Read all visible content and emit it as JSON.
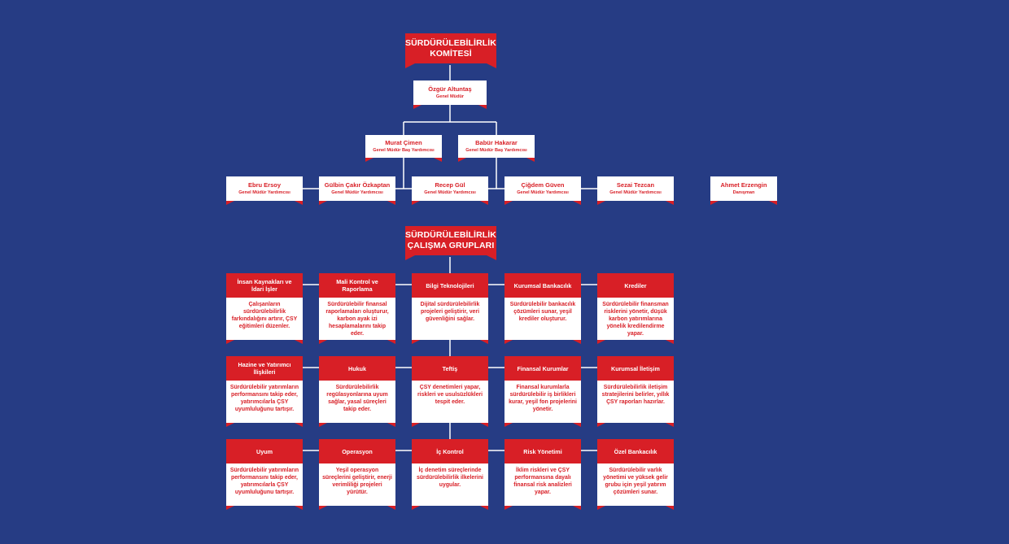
{
  "committee": {
    "title_line1": "SÜRDÜRÜLEBİLİRLİK",
    "title_line2": "KOMİTESİ"
  },
  "working_groups_banner": {
    "title_line1": "SÜRDÜRÜLEBİLİRLİK",
    "title_line2": "ÇALIŞMA GRUPLARI"
  },
  "people": {
    "ceo": {
      "name": "Özgür Altuntaş",
      "title": "Genel Müdür"
    },
    "deputy1": {
      "name": "Murat Çimen",
      "title": "Genel Müdür Baş Yardımcısı"
    },
    "deputy2": {
      "name": "Babür Hakarar",
      "title": "Genel Müdür Baş Yardımcısı"
    },
    "vps": [
      {
        "name": "Ebru Ersoy",
        "title": "Genel Müdür Yardımcısı"
      },
      {
        "name": "Gülbin Çakır Özkaptan",
        "title": "Genel Müdür Yardımcısı"
      },
      {
        "name": "Recep Gül",
        "title": "Genel Müdür Yardımcısı"
      },
      {
        "name": "Çiğdem Güven",
        "title": "Genel Müdür Yardımcısı"
      },
      {
        "name": "Sezai Tezcan",
        "title": "Genel Müdür Yardımcısı"
      },
      {
        "name": "Ahmet Erzengin",
        "title": "Danışman"
      }
    ]
  },
  "groups": [
    {
      "title": "İnsan Kaynakları ve İdari İşler",
      "desc": "Çalışanların sürdürülebilirlik farkındalığını artırır, ÇSY eğitimleri düzenler."
    },
    {
      "title": "Mali Kontrol ve Raporlama",
      "desc": "Sürdürülebilir finansal raporlamaları oluşturur, karbon ayak izi hesaplamalarını takip eder."
    },
    {
      "title": "Bilgi Teknolojileri",
      "desc": "Dijital sürdürülebilirlik projeleri geliştirir, veri güvenliğini sağlar."
    },
    {
      "title": "Kurumsal Bankacılık",
      "desc": "Sürdürülebilir bankacılık çözümleri sunar, yeşil krediler oluşturur."
    },
    {
      "title": "Krediler",
      "desc": "Sürdürülebilir finansman risklerini yönetir, düşük karbon yatırımlarına yönelik kredilendirme yapar."
    },
    {
      "title": "Hazine ve Yatırımcı İlişkileri",
      "desc": "Sürdürülebilir yatırımların performansını takip eder, yatırımcılarla ÇSY uyumluluğunu tartışır."
    },
    {
      "title": "Hukuk",
      "desc": "Sürdürülebilirlik regülasyonlarına uyum sağlar, yasal süreçleri takip eder."
    },
    {
      "title": "Teftiş",
      "desc": "ÇSY denetimleri yapar, riskleri ve usulsüzlükleri tespit eder."
    },
    {
      "title": "Finansal Kurumlar",
      "desc": "Finansal kurumlarla sürdürülebilir iş birlikleri kurar, yeşil fon projelerini yönetir."
    },
    {
      "title": "Kurumsal İletişim",
      "desc": "Sürdürülebilirlik iletişim stratejilerini belirler, yıllık ÇSY raporları hazırlar."
    },
    {
      "title": "Uyum",
      "desc": "Sürdürülebilir yatırımların performansını takip eder, yatırımcılarla ÇSY uyumluluğunu tartışır."
    },
    {
      "title": "Operasyon",
      "desc": "Yeşil operasyon süreçlerini geliştirir, enerji verimliliği projeleri yürütür."
    },
    {
      "title": "İç Kontrol",
      "desc": "İç denetim süreçlerinde sürdürülebilirlik ilkelerini uygular."
    },
    {
      "title": "Risk Yönetimi",
      "desc": "İklim riskleri ve ÇSY performansına dayalı finansal risk analizleri yapar."
    },
    {
      "title": "Özel Bankacılık",
      "desc": "Sürdürülebilir varlık yönetimi ve yüksek gelir grubu için yeşil yatırım çözümleri sunar."
    }
  ],
  "colors": {
    "background": "#263c84",
    "accent": "#d81f26",
    "box": "#ffffff"
  }
}
